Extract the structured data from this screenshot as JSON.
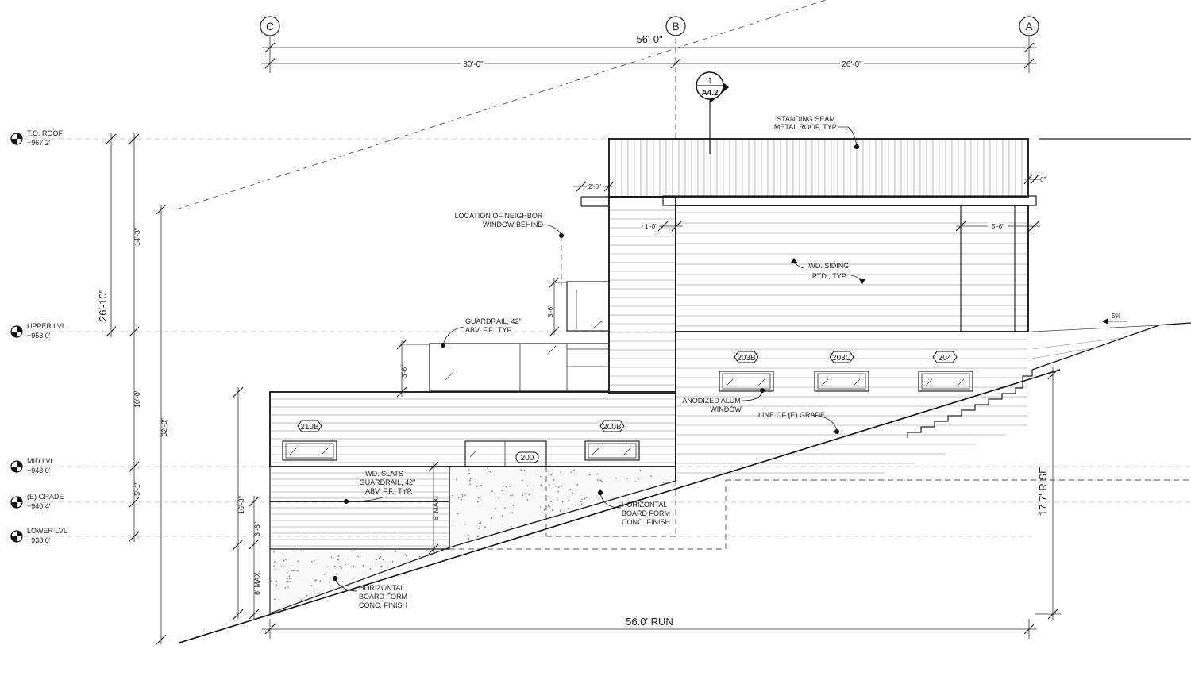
{
  "grid_lines": [
    {
      "id": "C"
    },
    {
      "id": "B"
    },
    {
      "id": "A"
    }
  ],
  "dimensions": {
    "overall": "56'-0\"",
    "span_cb": "30'-0\"",
    "span_ba": "26'-0\"",
    "total_height": "26'-10\"",
    "upper_to_roof": "14'-3\"",
    "mid_to_upper": "10'-0\"",
    "grade_to_mid": "5'-1\"",
    "lower_to_grade": "3'-6\"",
    "overall_height": "32'-0\"",
    "wall_height": "16'-3\"",
    "max_wall_low": "6' MAX.",
    "max_wall_mid": "6' MAX.",
    "guardrail_lower": "3'-6\"",
    "guardrail_upper": "3'-6\"",
    "guard_height": "3'-6\"",
    "overhang_left": "2'-0\"",
    "overhang_right": "6\"",
    "fascia_offset": "1'-0\"",
    "right_bay": "5'-6\"",
    "run": "56.0' RUN",
    "rise": "17.7' RISE",
    "slope": "5%"
  },
  "levels": [
    {
      "name": "T.O. ROOF",
      "elevation": "+967.2'"
    },
    {
      "name": "UPPER LVL",
      "elevation": "+953.0'"
    },
    {
      "name": "MID LVL",
      "elevation": "+943.0'"
    },
    {
      "name": "(E) GRADE",
      "elevation": "+940.4'"
    },
    {
      "name": "LOWER LVL",
      "elevation": "+938.0'"
    }
  ],
  "section_marker": {
    "number": "1",
    "sheet": "A4.2"
  },
  "notes": {
    "roof": [
      "STANDING SEAM",
      "METAL ROOF, TYP."
    ],
    "neighbor": [
      "LOCATION OF NEIGHBOR",
      "WINDOW BEHIND"
    ],
    "guardrail": [
      "GUARDRAIL, 42\"",
      "ABV. F.F., TYP."
    ],
    "siding": [
      "WD. SIDING,",
      "PTD., TYP."
    ],
    "window": [
      "ANODIZED ALUM",
      "WINDOW"
    ],
    "grade_line": "LINE OF (E) GRADE",
    "slats": [
      "WD. SLATS",
      "GUARDRAIL, 42\"",
      "ABV. F.F., TYP."
    ],
    "board_form_mid": [
      "HORIZONTAL",
      "BOARD FORM",
      "CONC. FINISH"
    ],
    "board_form_low": [
      "HORIZONTAL",
      "BOARD FORM",
      "CONC. FINISH"
    ]
  },
  "window_tags": [
    "210B",
    "200B",
    "203B",
    "203C",
    "204"
  ],
  "door_tag": "200"
}
